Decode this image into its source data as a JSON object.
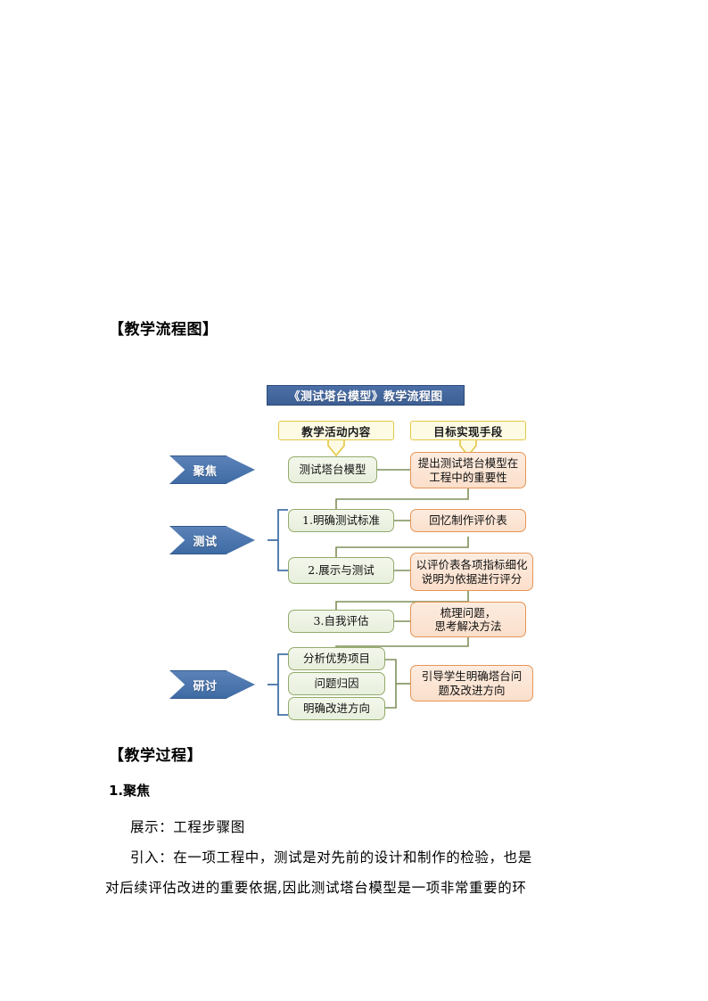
{
  "document": {
    "heading_1": "【教学流程图】",
    "heading_2": "【教学过程】",
    "section_1": "1.聚焦",
    "paragraph_1": "展示：工程步骤图",
    "paragraph_2_line1": "引入：在一项工程中，测试是对先前的设计和制作的检验，也是",
    "paragraph_2_line2": "对后续评估改进的重要依据,因此测试塔台模型是一项非常重要的环"
  },
  "flowchart": {
    "title": "《测试塔台模型》教学流程图",
    "column_headers": [
      {
        "label": "教学活动内容"
      },
      {
        "label": "目标实现手段"
      }
    ],
    "stages": [
      {
        "label": "聚焦"
      },
      {
        "label": "测试"
      },
      {
        "label": "研讨"
      }
    ],
    "activity_boxes": [
      {
        "label": "测试塔台模型"
      },
      {
        "label": "1.明确测试标准"
      },
      {
        "label": "2.展示与测试"
      },
      {
        "label": "3.自我评估"
      },
      {
        "label": "分析优势项目"
      },
      {
        "label": "问题归因"
      },
      {
        "label": "明确改进方向"
      }
    ],
    "means_boxes": [
      {
        "line1": "提出测试塔台模型在",
        "line2": "工程中的重要性"
      },
      {
        "line1": "回忆制作评价表",
        "line2": ""
      },
      {
        "line1": "以评价表各项指标细化",
        "line2": "说明为依据进行评分"
      },
      {
        "line1": "梳理问题，",
        "line2": "思考解决方法"
      },
      {
        "line1": "引导学生明确塔台问",
        "line2": "题及改进方向"
      }
    ],
    "colors": {
      "title_bar": "#3d5f94",
      "header_fill": "#fdfbe4",
      "header_border": "#e3c845",
      "activity_fill": "#eef4e4",
      "activity_border": "#93ab6a",
      "means_fill": "#fbe3d0",
      "means_border": "#e59556",
      "arrow": "#4472a8",
      "connector": "#7f8f5a",
      "bracket": "#4472a8"
    }
  }
}
